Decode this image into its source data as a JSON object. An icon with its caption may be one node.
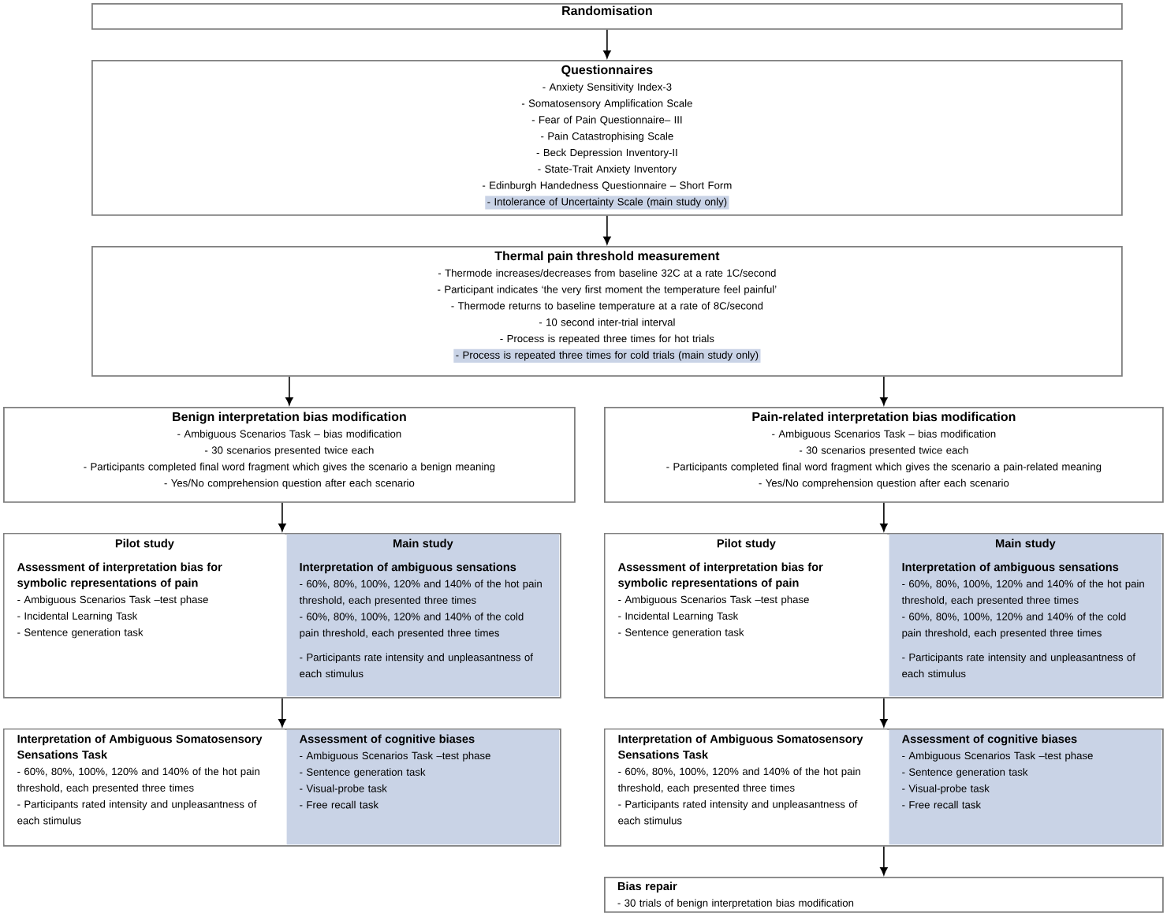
{
  "diagram": {
    "nodes": [
      {
        "text": [
          "Randomisation"
        ]
      },
      {
        "text": [
          "Questionnaires",
          "- Anxiety Sensitivity Index-3",
          "- Somatosensory Amplification Scale",
          "- Fear of Pain Questionnaire– III",
          "- Pain Catastrophising Scale",
          "- Beck Depression Inventory-II",
          "- State-Trait Anxiety Inventory",
          "- Edinburgh Handedness Questionnaire – Short Form",
          "- Intolerance of Uncertainty Scale (main study only)"
        ]
      },
      {
        "text": [
          "Thermal pain threshold measurement",
          "- Thermode increases/decreases from baseline 32C at a rate 1C/second",
          "- Participant indicates ‘the very first moment the temperature feel painful’",
          "- Thermode returns to baseline temperature at a rate of 8C/second",
          "- 10 second inter-trial interval",
          "- Process is repeated three times for hot trials",
          "- Process is repeated three times for cold trials (main study only)"
        ]
      },
      {
        "text": [
          "Benign interpretation bias modification",
          "- Ambiguous Scenarios Task – bias modification",
          "- 30 scenarios presented twice each",
          "- Participants completed final word fragment which gives the scenario a benign meaning",
          "- Yes/No comprehension question after each scenario"
        ]
      },
      {
        "text": [
          "Pain-related interpretation bias modification",
          "- Ambiguous Scenarios Task – bias modification",
          "- 30 scenarios presented twice each",
          "- Participants completed final word fragment which gives the scenario a pain-related meaning",
          "- Yes/No comprehension question after each scenario"
        ]
      },
      {
        "text": [],
        "shape": "box"
      },
      {
        "text": [
          "Pilot study",
          "Assessment of interpretation bias for symbolic representations of pain",
          "- Ambiguous Scenarios Task –test phase",
          "- Incidental Learning Task",
          "- Sentence generation task"
        ],
        "in": 5
      },
      {
        "text": [
          "Main study",
          "Interpretation of ambiguous sensations",
          "- 60%, 80%, 100%, 120% and 140% of the hot pain threshold, each presented three times",
          "- 60%, 80%, 100%, 120% and 140% of the cold pain threshold, each presented three times",
          "- Participants rate intensity and unpleasantness of each stimulus"
        ],
        "in": 5
      },
      {
        "text": [],
        "shape": "box"
      },
      {
        "text": [
          "Pilot study",
          "Assessment of interpretation bias for symbolic representations of pain",
          "- Ambiguous Scenarios Task –test phase",
          "- Incidental Learning Task",
          "- Sentence generation task"
        ],
        "in": 8
      },
      {
        "text": [
          "Main study",
          "Interpretation of ambiguous sensations",
          "- 60%, 80%, 100%, 120% and 140% of the hot pain threshold, each presented three times",
          "- 60%, 80%, 100%, 120% and 140% of the cold pain threshold, each presented three times",
          "- Participants rate intensity and unpleasantness of each stimulus"
        ],
        "in": 8
      },
      {
        "text": [],
        "shape": "box"
      },
      {
        "text": [
          "Interpretation of Ambiguous Somatosensory Sensations Task",
          "- 60%, 80%, 100%, 120% and 140% of the hot pain threshold, each presented three times",
          "- Participants rated intensity and unpleasantness of each stimulus"
        ],
        "in": 11
      },
      {
        "text": [
          "Assessment of cognitive biases",
          "- Ambiguous Scenarios Task –test phase",
          "- Sentence generation task",
          "- Visual-probe task",
          "- Free recall task"
        ],
        "in": 11
      },
      {
        "text": [],
        "shape": "box"
      },
      {
        "text": [
          "Interpretation of Ambiguous Somatosensory Sensations Task",
          "- 60%, 80%, 100%, 120% and 140% of the hot pain threshold, each presented three times",
          "- Participants rated intensity and unpleasantness of each stimulus"
        ],
        "in": 14
      },
      {
        "text": [
          "Assessment of cognitive biases",
          "- Ambiguous Scenarios Task –test phase",
          "- Sentence generation task",
          "- Visual-probe task",
          "- Free recall task"
        ],
        "in": 14
      },
      {
        "text": [
          "Bias repair",
          "- 30 trials of benign interpretation bias modification"
        ]
      }
    ],
    "edges": [
      {
        "from": 0,
        "to": 1,
        "arrow": "to"
      },
      {
        "from": 1,
        "to": 2,
        "arrow": "to"
      },
      {
        "from": 2,
        "to": 3,
        "arrow": "to"
      },
      {
        "from": 2,
        "to": 4,
        "arrow": "to"
      },
      {
        "from": 3,
        "to": 5,
        "arrow": "to"
      },
      {
        "from": 4,
        "to": 8,
        "arrow": "to"
      },
      {
        "from": 5,
        "to": 11,
        "arrow": "to"
      },
      {
        "from": 8,
        "to": 14,
        "arrow": "to"
      },
      {
        "from": 14,
        "to": 17,
        "arrow": "to"
      }
    ]
  }
}
